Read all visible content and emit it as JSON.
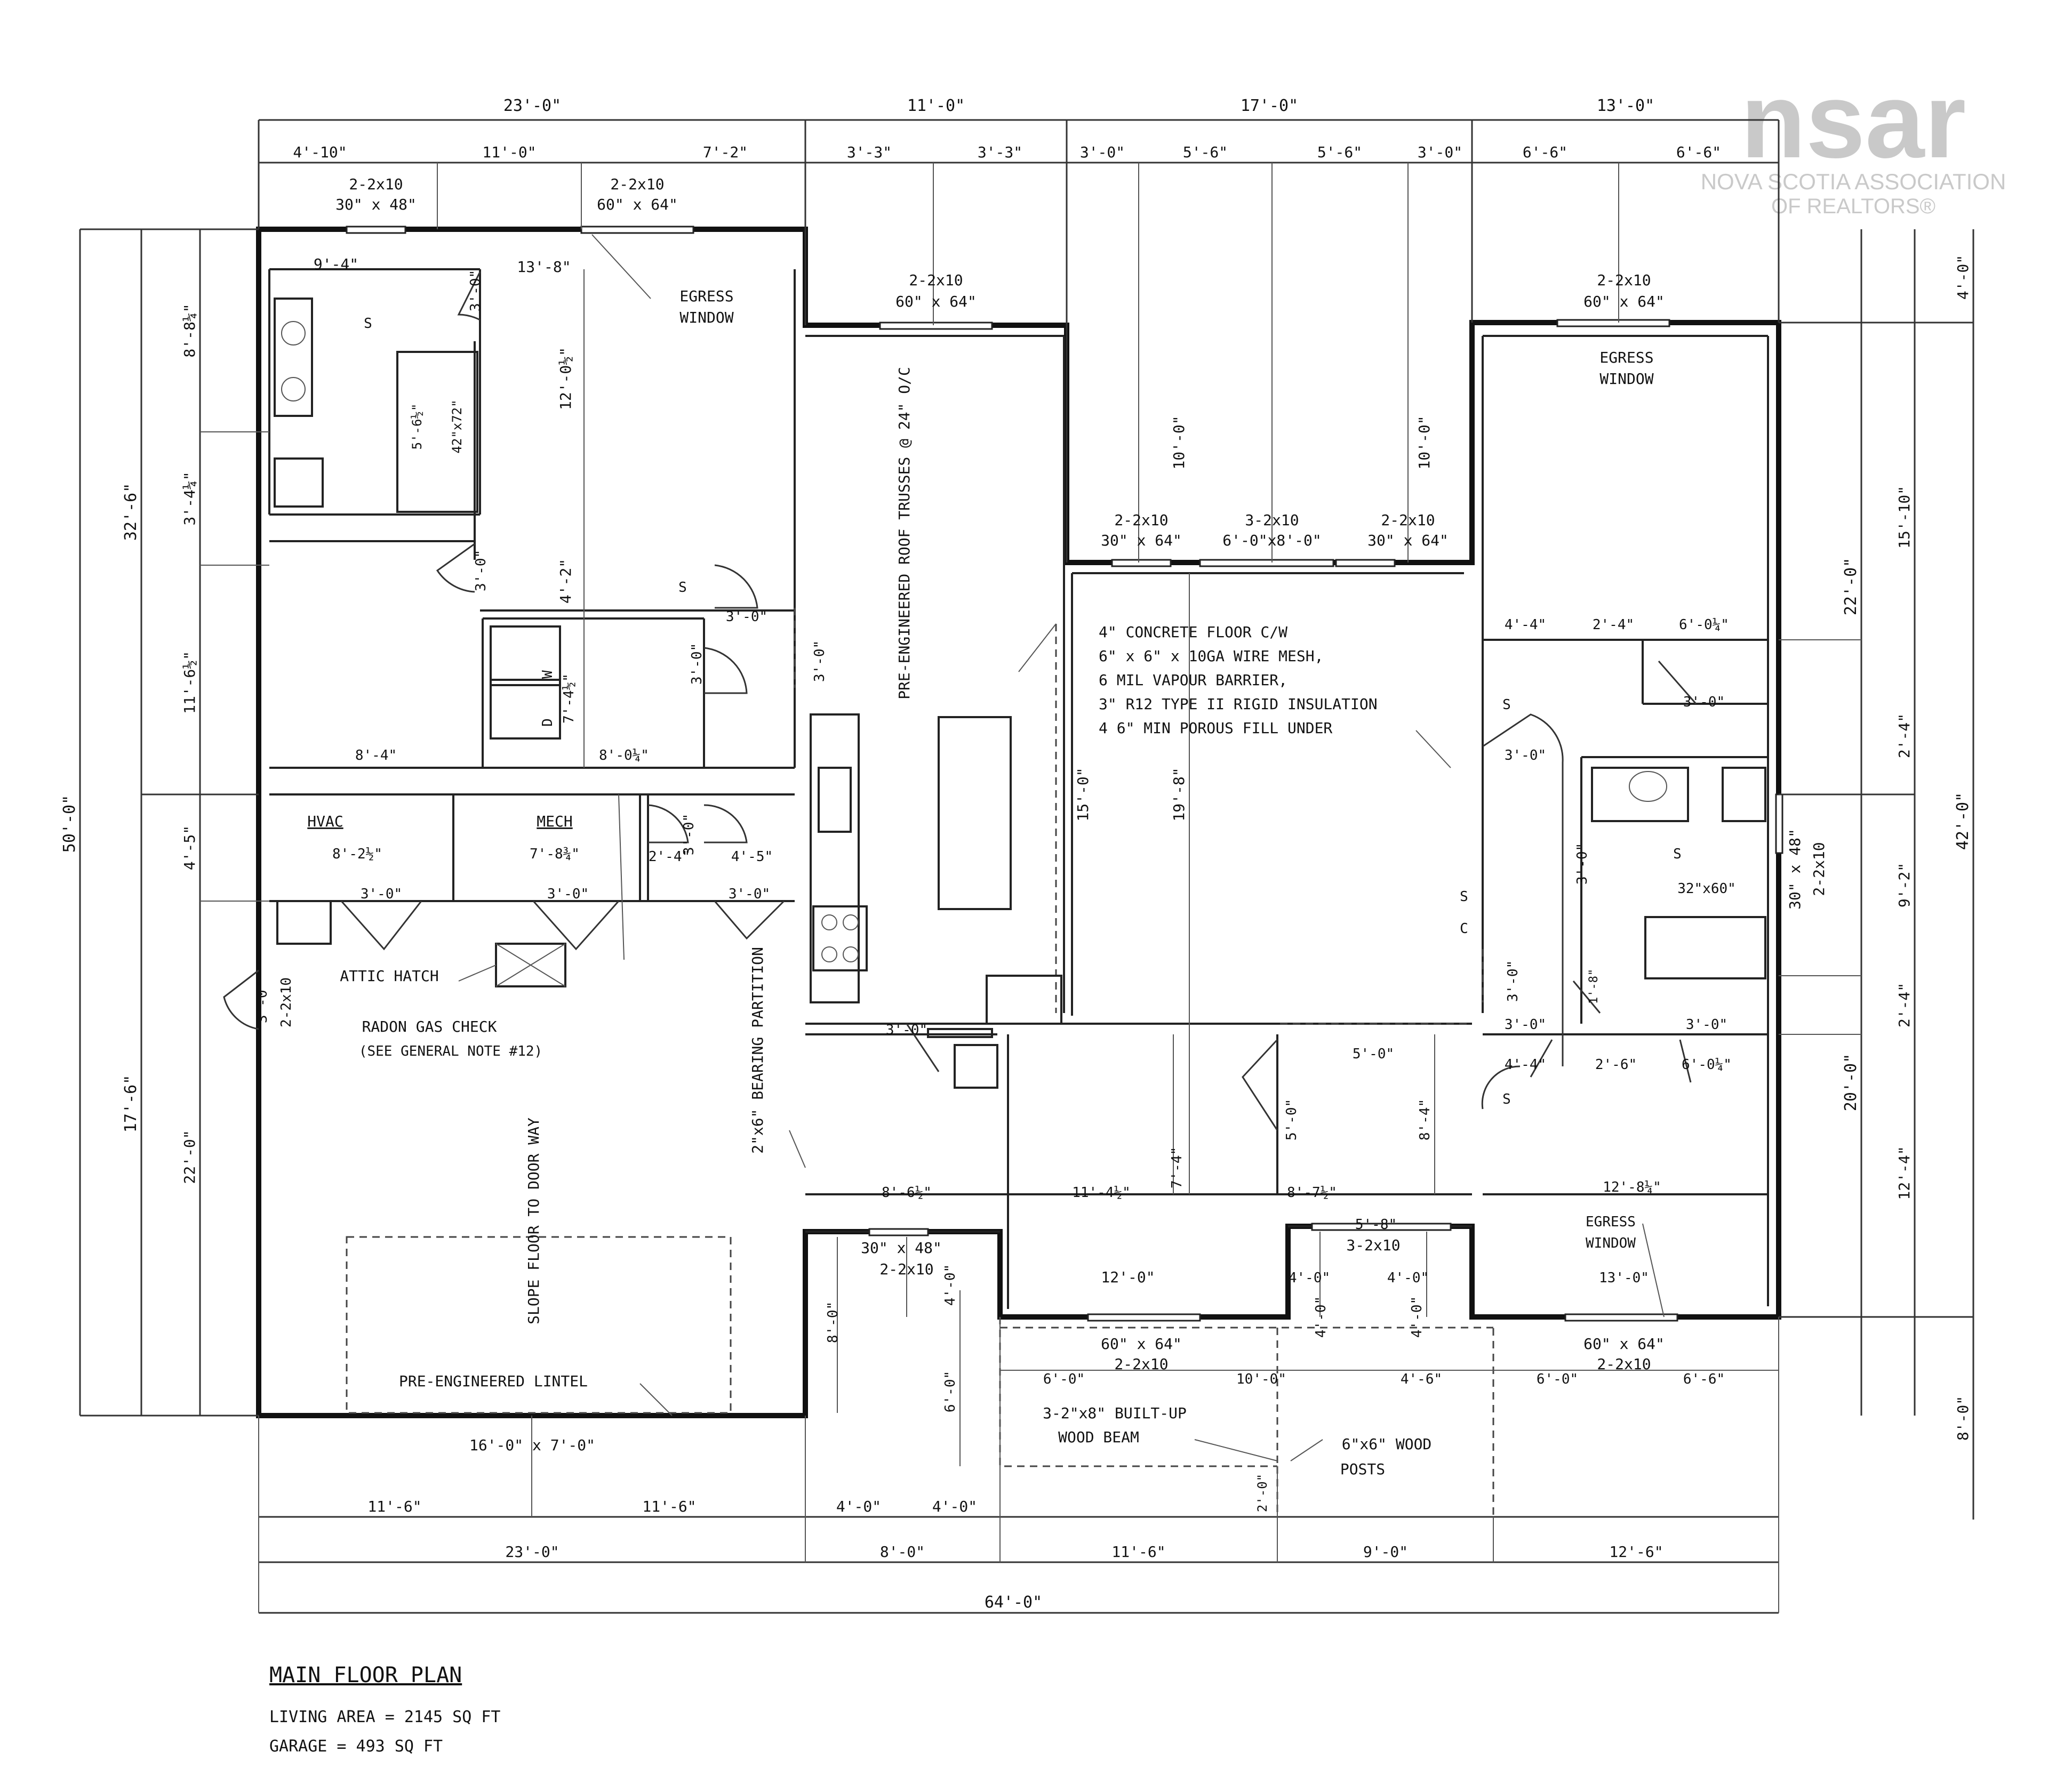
{
  "logo": {
    "mark": "nsar",
    "line1": "NOVA SCOTIA ASSOCIATION",
    "line2": "OF REALTORS®"
  },
  "dims_top_outer": [
    "23'-0\"",
    "11'-0\"",
    "17'-0\"",
    "13'-0\""
  ],
  "dims_top_inner": [
    "4'-10\"",
    "11'-0\"",
    "7'-2\"",
    "3'-3\"",
    "3'-3\"",
    "3'-0\"",
    "5'-6\"",
    "5'-6\"",
    "3'-0\"",
    "6'-6\"",
    "6'-6\""
  ],
  "dims_bottom": {
    "row1": [
      "11'-6\"",
      "11'-6\"",
      "4'-0\"",
      "4'-0\""
    ],
    "row2": [
      "23'-0\"",
      "8'-0\"",
      "11'-6\"",
      "9'-0\"",
      "12'-6\""
    ],
    "total": "64'-0\""
  },
  "dims_left": {
    "outer": "50'-0\"",
    "mid": [
      "32'-6\"",
      "17'-6\""
    ],
    "inner": [
      "8'-8¼\"",
      "3'-4¼\"",
      "11'-6½\"",
      "4'-5\"",
      "22'-0\""
    ]
  },
  "dims_right": {
    "inner": [
      "4'-0\"",
      "15'-10\"",
      "2'-4\"",
      "9'-2\"",
      "2'-4\"",
      "12'-4\"",
      "8'-0\""
    ],
    "mid": [
      "22'-0\"",
      "20'-0\""
    ],
    "outer": "42'-0\""
  },
  "windows": {
    "w1_type": "2-2x10",
    "w1_size": "30\" x 48\"",
    "w2_type": "2-2x10",
    "w2_size": "60\" x 64\"",
    "w3_type": "2-2x10",
    "w3_size": "60\" x 64\"",
    "w4_type": "2-2x10",
    "w4_size": "60\" x 64\"",
    "w5_type": "2-2x10",
    "w5_size": "30\" x 64\"",
    "w6_type": "3-2x10",
    "w6_size": "6'-0\"x8'-0\"",
    "w7_type": "2-2x10",
    "w7_size": "30\" x 64\"",
    "w8_size": "30\" x 48\"",
    "w8_type": "2-2x10",
    "w9_size": "60\" x 64\"",
    "w9_type": "2-2x10",
    "w10_size": "60\" x 64\"",
    "w10_type": "2-2x10",
    "w11_size": "30\" x 48\"",
    "w11_type": "2-2x10",
    "w12_type": "3-2x10",
    "door_side": "3'-0\"",
    "door_side_type": "2-2x10"
  },
  "rooms": {
    "ensuite_w": "9'-4\"",
    "ensuite_d": "3'-0\"",
    "shower": "5'-6½\"",
    "shower_size": "42\"x72\"",
    "primary_w": "13'-8\"",
    "primary_d": "12'-0½\"",
    "egress1": "EGRESS",
    "egress1b": "WINDOW",
    "wic_d": "3'-0\"",
    "wic_h": "4'-2\"",
    "laundry_d": "3'-0\"",
    "laundry_h": "7'-4½\"",
    "laundry_w": "8'-0¼\"",
    "laundry_side": "3'-0\"",
    "washer": "W",
    "dryer": "D",
    "bath_w": "8'-4\"",
    "hvac": "HVAC",
    "hvac_w": "8'-2½\"",
    "mech": "MECH",
    "mech_w": "7'-8¾\"",
    "closet_a": "2'-4\"",
    "closet_b": "3'-0\"",
    "closet_c": "4'-5\"",
    "door_a": "3'-0\"",
    "door_b": "3'-0\"",
    "door_c": "3'-0\"",
    "attic": "ATTIC HATCH",
    "radon1": "RADON GAS CHECK",
    "radon2": "(SEE GENERAL NOTE #12)",
    "slope": "SLOPE FLOOR TO DOOR WAY",
    "lintel": "PRE-ENGINEERED LINTEL",
    "garage_door": "16'-0\" x 7'-0\"",
    "bearing": "2\"x6\" BEARING PARTITION",
    "truss": "PRE-ENGINEERED ROOF TRUSSES @ 24\" O/C",
    "kitchen_h": "15'-0\"",
    "kitchen_door": "3'-0\"",
    "great_h": "19'-8\"",
    "great_w1": "10'-0\"",
    "great_w2": "10'-0\"",
    "slab1": "4\" CONCRETE FLOOR C/W",
    "slab2": "6\" x 6\" x 10GA WIRE MESH,",
    "slab3": "6 MIL VAPOUR BARRIER,",
    "slab4": "3\" R12 TYPE II RIGID INSULATION",
    "slab5": "4 6\" MIN POROUS FILL UNDER",
    "pantry_w": "8'-6½\"",
    "dining_w": "11'-4½\"",
    "dining_h": "7'-4\"",
    "dining_w2": "12'-0\"",
    "foyer_w": "5'-0\"",
    "foyer_d": "5'-0\"",
    "foyer_h": "8'-4\"",
    "foyer_w2": "8'-7½\"",
    "foyer_w3": "5'-8\"",
    "foyer_a": "4'-0\"",
    "foyer_b": "4'-0\"",
    "foyer_c": "4'-0\"",
    "foyer_d2": "4'-0\"",
    "bed2_w1": "4'-4\"",
    "bed2_w2": "2'-4\"",
    "bed2_w3": "6'-0¼\"",
    "bed2_door": "3'-0\"",
    "bed_door": "3'-0\"",
    "egress2": "EGRESS",
    "egress2b": "WINDOW",
    "bath2_door": "3'-0\"",
    "tub": "32\"x60\"",
    "bath2_win": "30\" x 48\"",
    "hall_door": "3'-0\"",
    "linen": "1'-8\"",
    "bed3_door1": "3'-0\"",
    "bed3_door2": "3'-0\"",
    "bed3_w1": "4'-4\"",
    "bed3_w2": "2'-6\"",
    "bed3_w3": "6'-0¼\"",
    "bed3_w": "12'-8¼\"",
    "bed3_w2b": "13'-0\"",
    "egress3": "EGRESS",
    "egress3b": "WINDOW",
    "closet_h": "3'-0\"",
    "garage_s1": "8'-0\"",
    "garage_s2": "4'-0\"",
    "garage_s3": "6'-0\"",
    "porch1": "6'-0\"",
    "porch2": "10'-0\"",
    "porch3": "4'-6\"",
    "porch4": "6'-0\"",
    "porch5": "6'-6\"",
    "porch_h": "2'-0\"",
    "beam1": "3-2\"x8\" BUILT-UP",
    "beam2": "WOOD BEAM",
    "post1": "6\"x6\" WOOD",
    "post2": "POSTS",
    "smoke": "S",
    "co": "C"
  },
  "caption": {
    "title": "MAIN FLOOR PLAN",
    "living": "LIVING AREA = 2145 SQ FT",
    "garage": "GARAGE = 493 SQ FT"
  }
}
